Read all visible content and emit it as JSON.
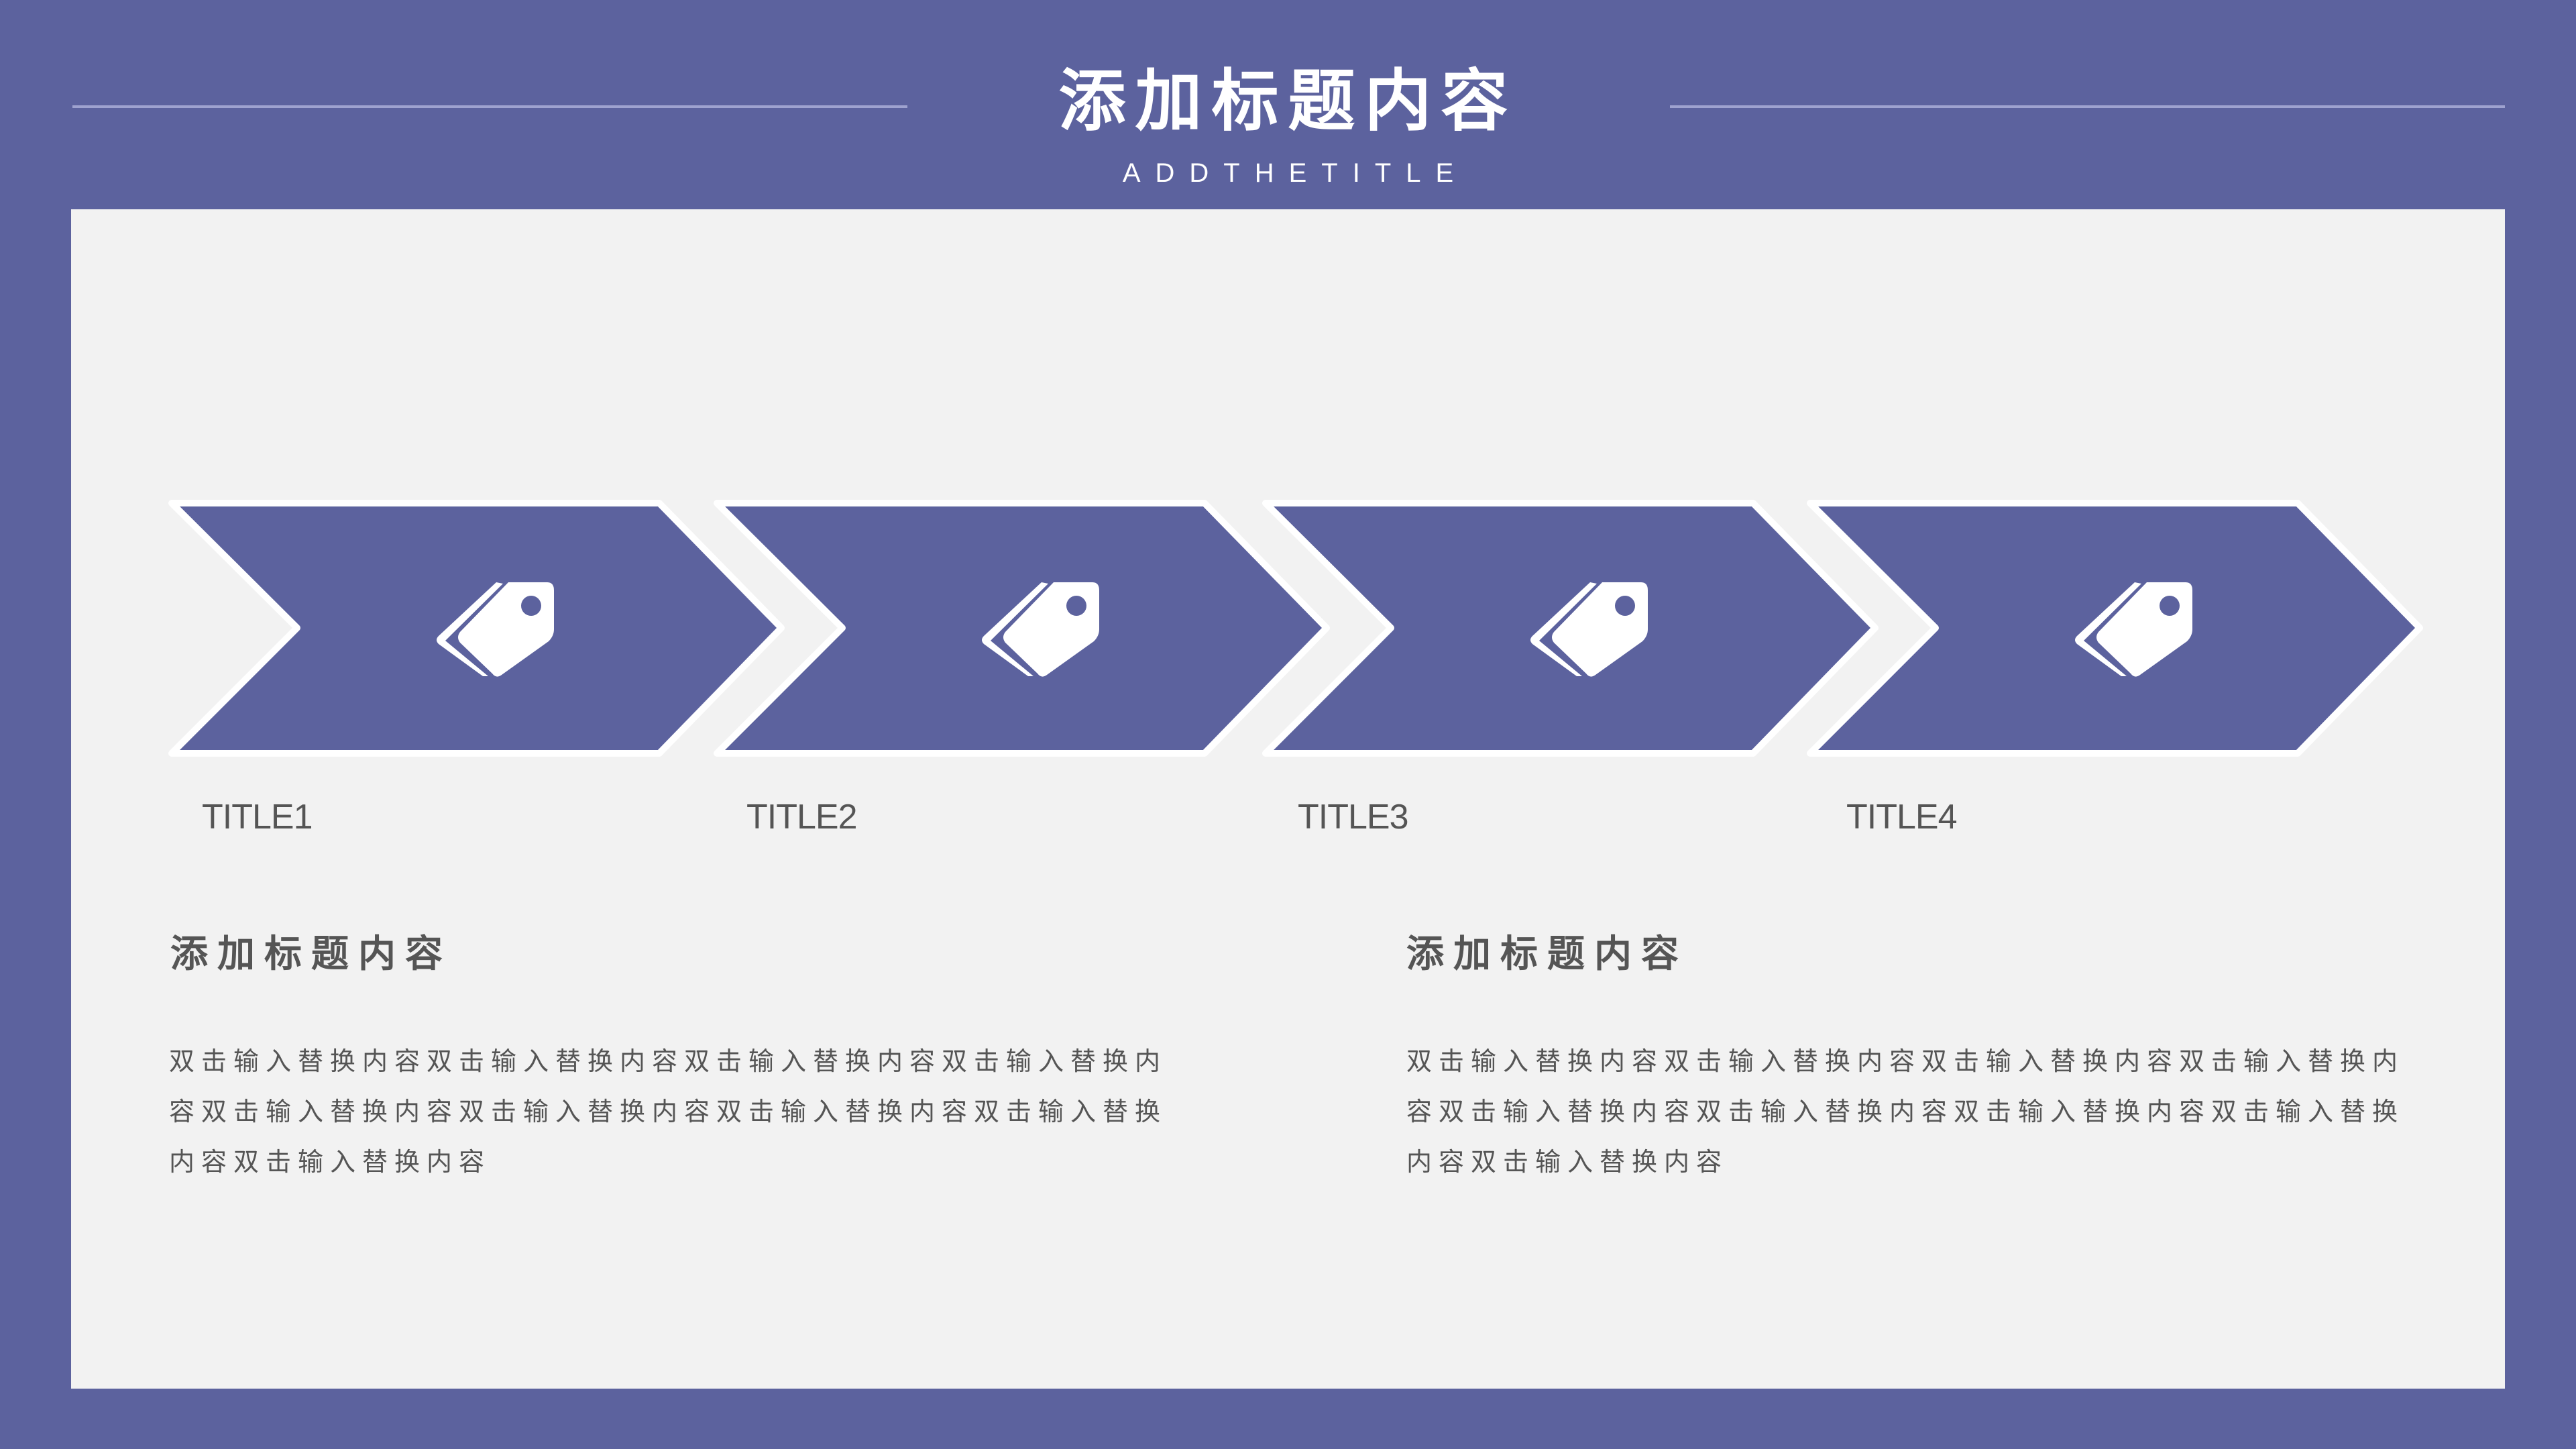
{
  "header": {
    "title": "添加标题内容",
    "subtitle": "ADDTHETITLE"
  },
  "colors": {
    "background": "#5C629E",
    "panel": "#F2F2F2",
    "accent": "#5C629E",
    "divider": "#9EA2CF",
    "text": "#555555"
  },
  "steps": [
    {
      "label": "TITLE1",
      "icon": "tags-icon"
    },
    {
      "label": "TITLE2",
      "icon": "tags-icon"
    },
    {
      "label": "TITLE3",
      "icon": "tags-icon"
    },
    {
      "label": "TITLE4",
      "icon": "tags-icon"
    }
  ],
  "sections": [
    {
      "heading": "添加标题内容",
      "body": "双击输入替换内容双击输入替换内容双击输入替换内容双击输入替换内容双击输入替换内容双击输入替换内容双击输入替换内容双击输入替换内容双击输入替换内容"
    },
    {
      "heading": "添加标题内容",
      "body": "双击输入替换内容双击输入替换内容双击输入替换内容双击输入替换内容双击输入替换内容双击输入替换内容双击输入替换内容双击输入替换内容双击输入替换内容"
    }
  ]
}
